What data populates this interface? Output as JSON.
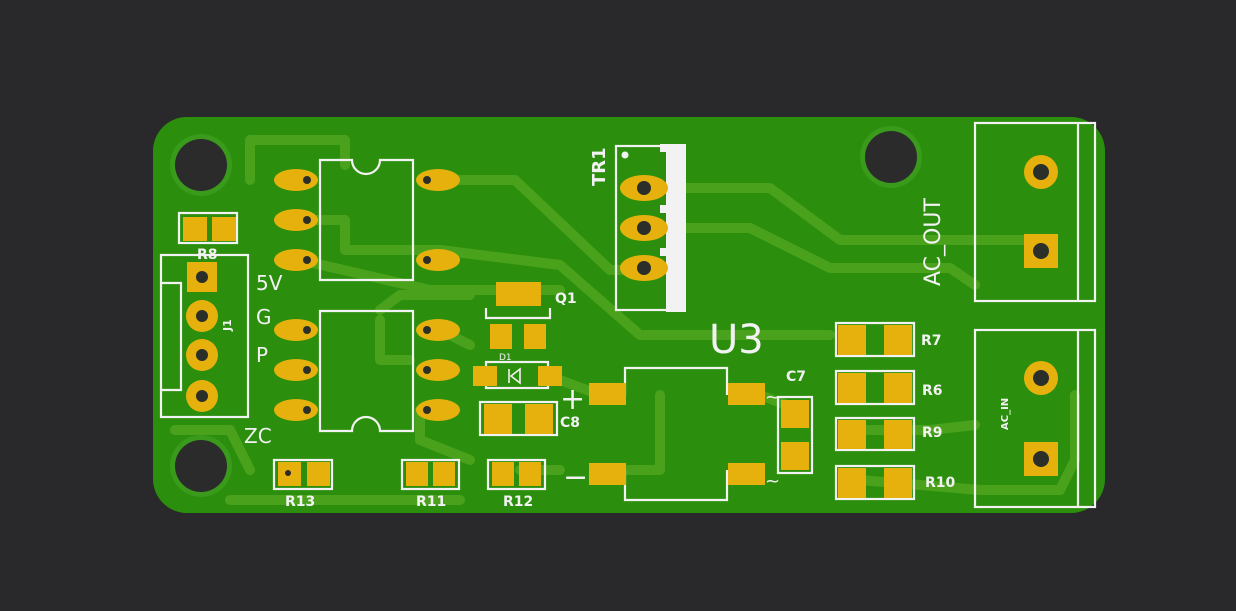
{
  "board": {
    "colors": {
      "background": "#29292b",
      "board": "#2b8f0d",
      "copper": "#4aa21c",
      "pad": "#e7b10d",
      "silkscreen": "#f2f2f2"
    },
    "labels": {
      "r8": "R8",
      "j1": "J1",
      "pin_5v": "5V",
      "pin_g": "G",
      "pin_p": "P",
      "pin_zc": "ZC",
      "r13": "R13",
      "r11": "R11",
      "r12": "R12",
      "q1": "Q1",
      "d1": "D1",
      "c8": "C8",
      "tr1": "TR1",
      "u3": "U3",
      "c7": "C7",
      "r7": "R7",
      "r6": "R6",
      "r9": "R9",
      "r10": "R10",
      "ac_out": "AC_OUT",
      "ac_in": "AC_IN",
      "plus": "+",
      "minus": "−",
      "tilde_top": "~",
      "tilde_bottom": "~"
    }
  }
}
